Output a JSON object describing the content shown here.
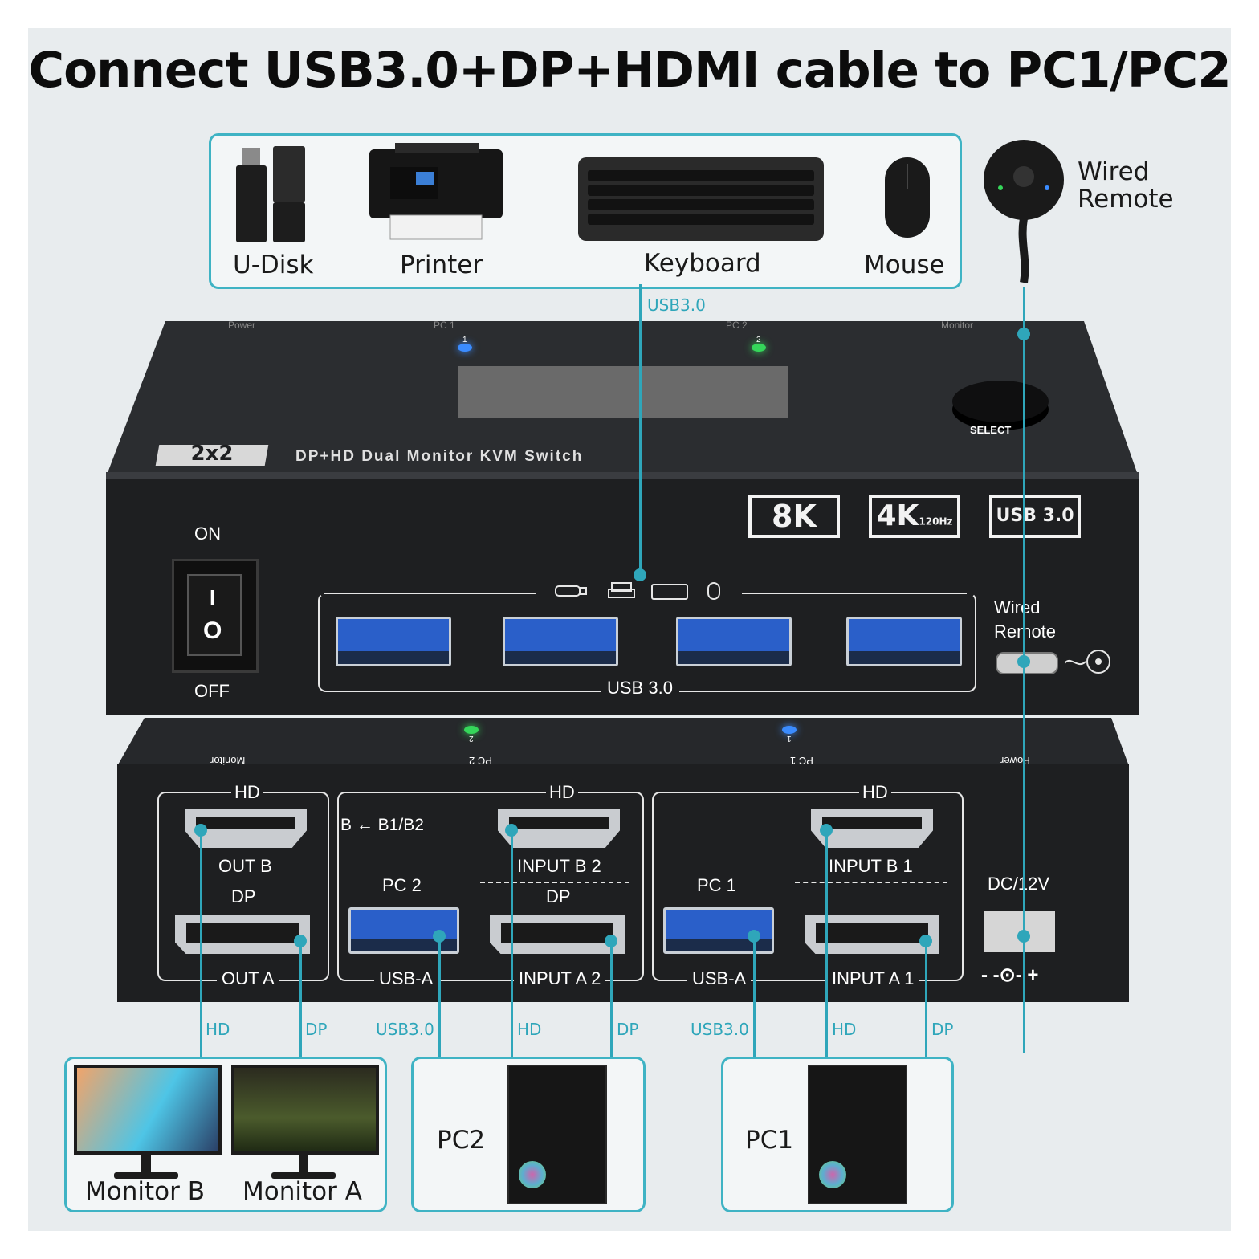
{
  "headline": "Connect USB3.0+DP+HDMI cable to PC1/PC2",
  "peripherals": [
    {
      "label": "U-Disk",
      "icon": "usb-drive-icon"
    },
    {
      "label": "Printer",
      "icon": "printer-icon"
    },
    {
      "label": "Keyboard",
      "icon": "keyboard-icon"
    },
    {
      "label": "Mouse",
      "icon": "mouse-icon"
    }
  ],
  "wired_remote": {
    "line1": "Wired",
    "line2": "Remote"
  },
  "connection_labels": {
    "usb_top": "USB3.0",
    "hd_1": "HD",
    "dp_1": "DP",
    "usb_pc2": "USB3.0",
    "hd_2": "HD",
    "dp_2": "DP",
    "usb_pc1": "USB3.0",
    "hd_3": "HD",
    "dp_3": "DP"
  },
  "front_panel": {
    "top_leds": [
      "Power",
      "PC 1",
      "PC 2",
      "Monitor"
    ],
    "led_1": "1",
    "led_2": "2",
    "model_tag": "2x2",
    "product_name": "DP+HD Dual Monitor KVM Switch",
    "select_label": "SELECT",
    "badges": {
      "b8k": "8K",
      "b4k": "4K",
      "b4k_sub": "120Hz",
      "usb": "USB 3.0"
    },
    "switch_on": "ON",
    "switch_off": "OFF",
    "switch_i": "I",
    "switch_o": "O",
    "usb_group_label": "USB 3.0",
    "remote_port_line1": "Wired",
    "remote_port_line2": "Remote"
  },
  "rear_panel": {
    "top_leds": [
      "Monitor",
      "PC 2",
      "PC 1",
      "Power"
    ],
    "led_1": "1",
    "led_2": "2",
    "hd_headers": [
      "HD",
      "HD",
      "HD"
    ],
    "out_b": "OUT B",
    "dp_1": "DP",
    "out_a": "OUT A",
    "b_arrow": "B ← B1/B2",
    "pc2": "PC 2",
    "input_b2": "INPUT B 2",
    "dp_2": "DP",
    "usb_a_2": "USB-A",
    "input_a2": "INPUT A 2",
    "pc1": "PC 1",
    "input_b1": "INPUT B 1",
    "usb_a_1": "USB-A",
    "input_a1": "INPUT A 1",
    "dc": "DC/12V",
    "polarity": "- -⊙- +"
  },
  "devices": {
    "monitor_b": "Monitor B",
    "monitor_a": "Monitor A",
    "pc2": "PC2",
    "pc1": "PC1"
  },
  "colors": {
    "teal": "#2fa6ba",
    "box_border": "#3fb3c4",
    "device_body": "#1e1f21",
    "usb_blue": "#2a5fc9",
    "led_blue": "#3b8cff",
    "led_green": "#35d65a"
  }
}
